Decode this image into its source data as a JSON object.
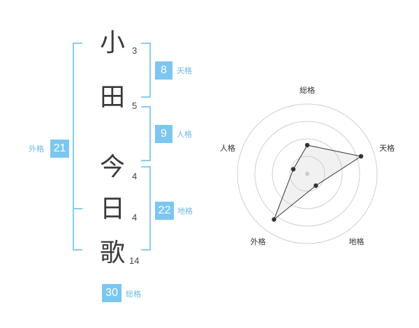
{
  "name_chars": [
    {
      "char": "小",
      "strokes": "3"
    },
    {
      "char": "田",
      "strokes": "5"
    },
    {
      "char": "今",
      "strokes": "4"
    },
    {
      "char": "日",
      "strokes": "4"
    },
    {
      "char": "歌",
      "strokes": "14"
    }
  ],
  "fortunes": {
    "tenkaku": {
      "value": "8",
      "label": "天格"
    },
    "jinkaku": {
      "value": "9",
      "label": "人格"
    },
    "chikaku": {
      "value": "22",
      "label": "地格"
    },
    "gaikaku": {
      "value": "21",
      "label": "外格"
    },
    "soukaku": {
      "value": "30",
      "label": "総格"
    }
  },
  "colors": {
    "accent": "#7cc6f2",
    "bracket": "#8ccbf0",
    "label": "#6fb9e6"
  },
  "chart_data": {
    "type": "radar",
    "axes": [
      "総格",
      "天格",
      "地格",
      "外格",
      "人格"
    ],
    "values": [
      0.41,
      0.81,
      0.21,
      0.81,
      0.21
    ],
    "rings": 4,
    "range": [
      0,
      1
    ]
  }
}
